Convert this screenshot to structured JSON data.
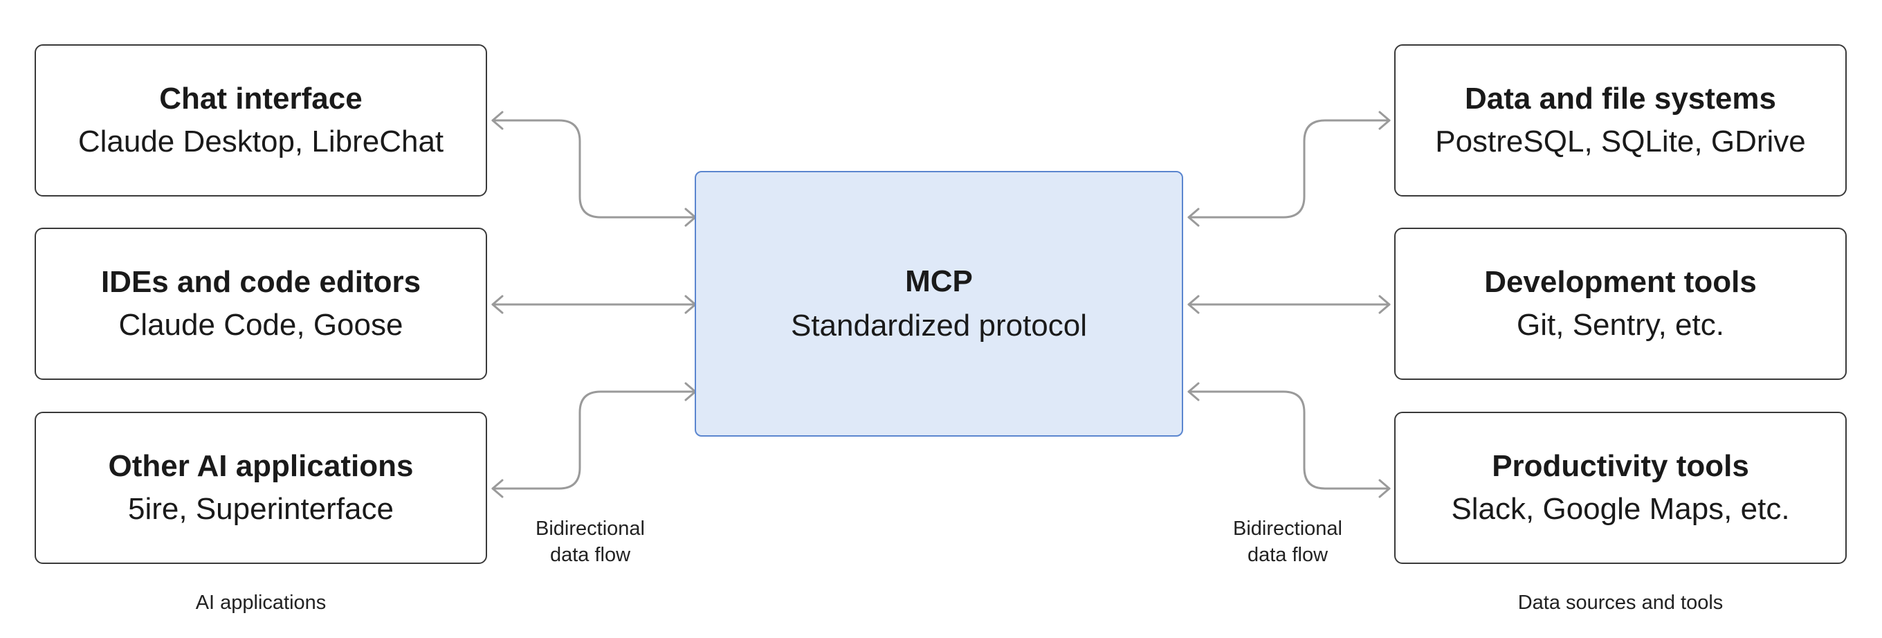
{
  "hub": {
    "title": "MCP",
    "subtitle": "Standardized protocol"
  },
  "clients": {
    "group_label": "AI applications",
    "items": [
      {
        "title": "Chat interface",
        "subtitle": "Claude Desktop, LibreChat"
      },
      {
        "title": "IDEs and code editors",
        "subtitle": "Claude Code, Goose"
      },
      {
        "title": "Other AI applications",
        "subtitle": "5ire, Superinterface"
      }
    ]
  },
  "servers": {
    "group_label": "Data sources and tools",
    "items": [
      {
        "title": "Data and file systems",
        "subtitle": "PostreSQL, SQLite, GDrive"
      },
      {
        "title": "Development tools",
        "subtitle": "Git, Sentry, etc."
      },
      {
        "title": "Productivity tools",
        "subtitle": "Slack, Google Maps, etc."
      }
    ]
  },
  "flow_labels": {
    "left": {
      "line1": "Bidirectional",
      "line2": "data flow"
    },
    "right": {
      "line1": "Bidirectional",
      "line2": "data flow"
    }
  },
  "colors": {
    "hub_fill": "#dfe9f8",
    "hub_border": "#5b86cf",
    "node_border": "#3a3a3a",
    "connector": "#9a9a9a"
  }
}
